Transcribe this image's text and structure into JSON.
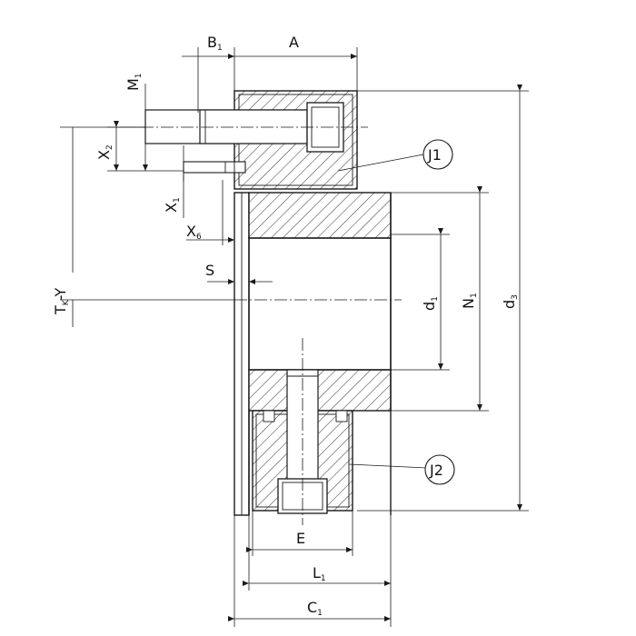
{
  "labels": {
    "B1": {
      "main": "B",
      "sub": "1"
    },
    "A": {
      "main": "A"
    },
    "M1": {
      "main": "M",
      "sub": "1"
    },
    "X2": {
      "main": "X",
      "sub": "2"
    },
    "X1": {
      "main": "X",
      "sub": "1"
    },
    "X6": {
      "main": "X",
      "sub": "6"
    },
    "S": {
      "main": "S"
    },
    "Tk": {
      "main": "T",
      "sub": "K",
      "rest": "-Y"
    },
    "J1": {
      "main": "J1"
    },
    "J2": {
      "main": "J2"
    },
    "d1": {
      "main": "d",
      "sub": "1"
    },
    "N1": {
      "main": "N",
      "sub": "1"
    },
    "d3": {
      "main": "d",
      "sub": "3"
    },
    "E": {
      "main": "E"
    },
    "L1": {
      "main": "L",
      "sub": "1"
    },
    "C1": {
      "main": "C",
      "sub": "1"
    }
  }
}
